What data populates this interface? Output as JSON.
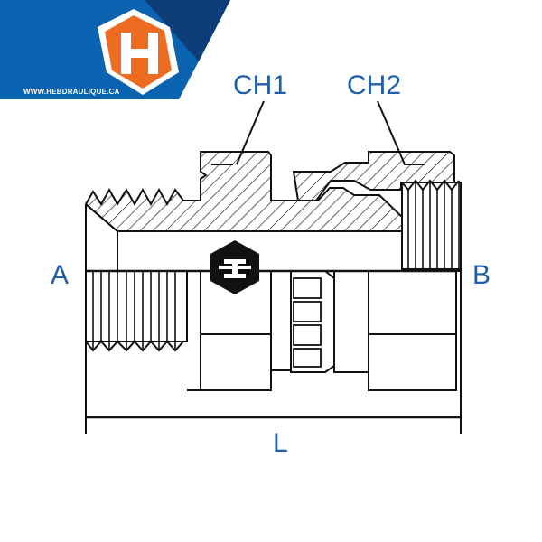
{
  "brand": {
    "website": "WWW.HEBDRAULIQUE.CA",
    "logo_letter": "H",
    "colors": {
      "blue": "#0a63b0",
      "dark_blue": "#0d3d78",
      "orange": "#ee6c22"
    }
  },
  "diagram": {
    "labels": {
      "ch1": "CH1",
      "ch2": "CH2",
      "a": "A",
      "b": "B",
      "l": "L"
    },
    "label_color": "#1f5ea8",
    "line_color": "#111111"
  }
}
